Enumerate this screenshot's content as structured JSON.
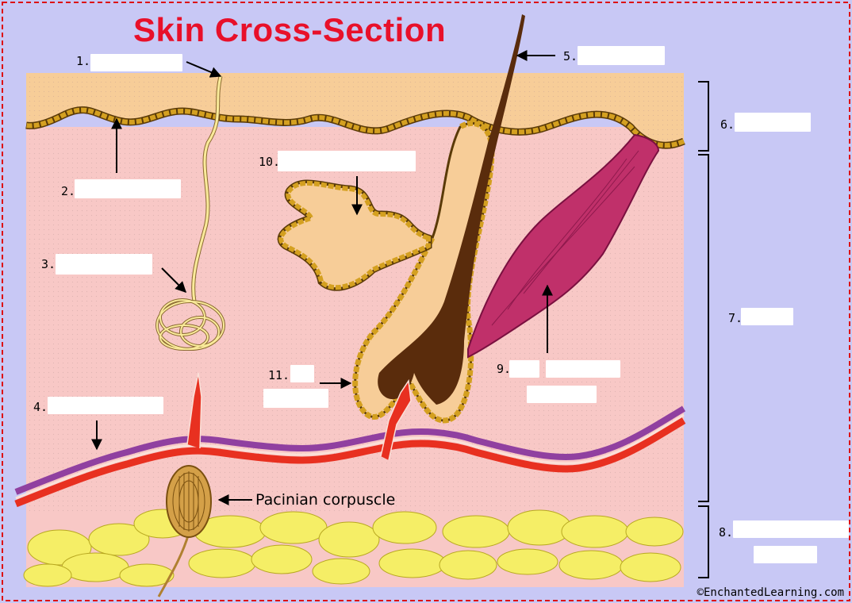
{
  "diagram": {
    "title": "Skin Cross-Section",
    "caption_pacinian": "Pacinian corpuscle",
    "credit": "©EnchantedLearning.com",
    "labels": [
      "1.",
      "2.",
      "3.",
      "4.",
      "5.",
      "6.",
      "7.",
      "8.",
      "9.",
      "10.",
      "11."
    ],
    "colors": {
      "background": "#c8c8f5",
      "epidermis": "#f7cd98",
      "dermis": "#f8c8c6",
      "cell_border": "#8a5a10",
      "cell_fill": "#d4a020",
      "hair": "#5a2c0c",
      "muscle": "#c0306a",
      "artery": "#e83020",
      "vein": "#9040a0",
      "fat": "#f5ee66",
      "title": "#e8102a",
      "frame_dash": "#dd1111"
    }
  }
}
